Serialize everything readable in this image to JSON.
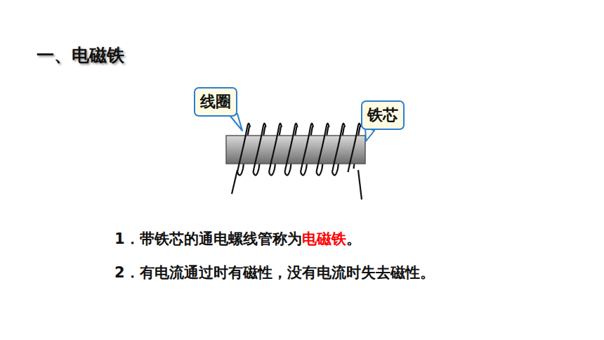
{
  "diagram": {
    "title": "一、电磁铁",
    "nodes": [
      {
        "text": [
          "线圈"
        ]
      },
      {
        "text": [
          "铁芯"
        ]
      }
    ],
    "labels": [
      "1．带铁芯的通电螺线管称为",
      "电磁铁",
      "。",
      "2．有电流通过时有磁性，没有电流时失去磁性。"
    ]
  }
}
